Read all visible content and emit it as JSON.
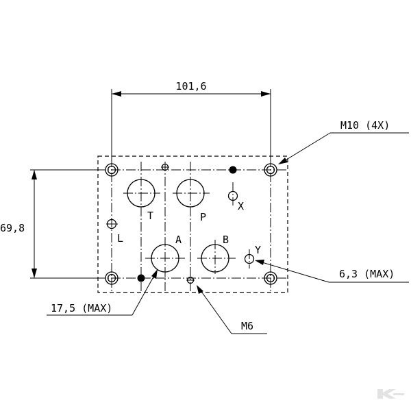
{
  "dimensions": {
    "width_label": "101,6",
    "height_label": "69,8",
    "m10_label": "M10 (4X)",
    "m6_label": "M6",
    "small_port_label": "6,3 (MAX)",
    "large_port_label": "17,5 (MAX)"
  },
  "ports": {
    "t": "T",
    "p": "P",
    "a": "A",
    "b": "B",
    "x": "X",
    "y": "Y",
    "l": "L"
  },
  "logo": "K"
}
